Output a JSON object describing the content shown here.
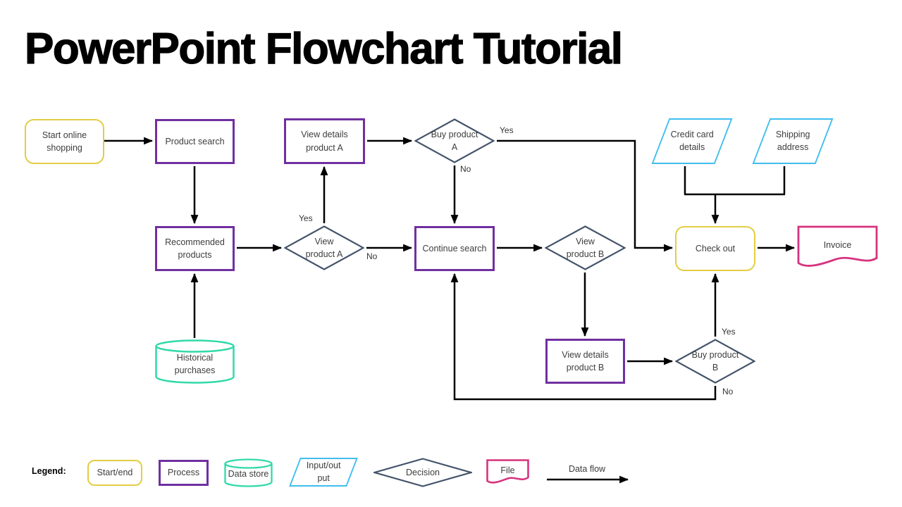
{
  "title": "PowerPoint Flowchart Tutorial",
  "colors": {
    "start_end": "#E3CD44",
    "process": "#7030A0",
    "data_store": "#31D9A9",
    "input_output": "#3FBEEE",
    "decision": "#44546A",
    "file": "#D6337F",
    "connector": "#000000"
  },
  "flowchart": {
    "nodes": {
      "start_online_shopping": {
        "label": "Start online shopping",
        "type": "start_end"
      },
      "product_search": {
        "label": "Product search",
        "type": "process"
      },
      "view_details_product_a": {
        "label": "View details product A",
        "type": "process"
      },
      "buy_product_a": {
        "label": "Buy product A",
        "type": "decision"
      },
      "credit_card_details": {
        "label": "Credit card details",
        "type": "input_output"
      },
      "shipping_address": {
        "label": "Shipping address",
        "type": "input_output"
      },
      "recommended_products": {
        "label": "Recommended products",
        "type": "process"
      },
      "view_product_a": {
        "label": "View product A",
        "type": "decision"
      },
      "continue_search": {
        "label": "Continue search",
        "type": "process"
      },
      "view_product_b": {
        "label": "View product B",
        "type": "decision"
      },
      "check_out": {
        "label": "Check out",
        "type": "start_end"
      },
      "invoice": {
        "label": "Invoice",
        "type": "file"
      },
      "view_details_product_b": {
        "label": "View details product B",
        "type": "process"
      },
      "buy_product_b": {
        "label": "Buy product B",
        "type": "decision"
      },
      "historical_purchases": {
        "label": "Historical purchases",
        "type": "data_store"
      }
    },
    "edges": [
      {
        "from": "start_online_shopping",
        "to": "product_search"
      },
      {
        "from": "product_search",
        "to": "recommended_products"
      },
      {
        "from": "recommended_products",
        "to": "view_product_a"
      },
      {
        "from": "view_product_a",
        "to": "view_details_product_a",
        "label": "Yes"
      },
      {
        "from": "view_product_a",
        "to": "continue_search",
        "label": "No"
      },
      {
        "from": "view_details_product_a",
        "to": "buy_product_a"
      },
      {
        "from": "buy_product_a",
        "to": "check_out",
        "label": "Yes"
      },
      {
        "from": "buy_product_a",
        "to": "continue_search",
        "label": "No"
      },
      {
        "from": "continue_search",
        "to": "view_product_b"
      },
      {
        "from": "view_product_b",
        "to": "view_details_product_b"
      },
      {
        "from": "view_details_product_b",
        "to": "buy_product_b"
      },
      {
        "from": "buy_product_b",
        "to": "check_out",
        "label": "Yes"
      },
      {
        "from": "buy_product_b",
        "to": "continue_search",
        "label": "No"
      },
      {
        "from": "credit_card_details",
        "to": "check_out"
      },
      {
        "from": "shipping_address",
        "to": "check_out"
      },
      {
        "from": "historical_purchases",
        "to": "recommended_products"
      },
      {
        "from": "check_out",
        "to": "invoice"
      }
    ]
  },
  "legend": {
    "label": "Legend:",
    "items": {
      "start_end": "Start/end",
      "process": "Process",
      "data_store": "Data store",
      "input_output": "Input/out put",
      "decision": "Decision",
      "file": "File",
      "data_flow": "Data flow"
    }
  }
}
